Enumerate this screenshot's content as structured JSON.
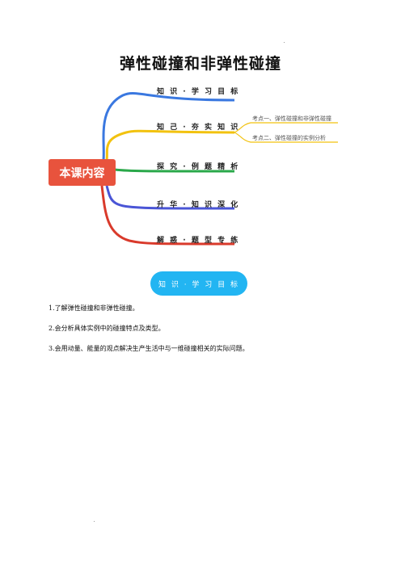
{
  "title": "弹性碰撞和非弹性碰撞",
  "mindmap": {
    "center": "本课内容",
    "branches": [
      {
        "label": "知 识 · 学 习 目 标",
        "color": "#3a78e0"
      },
      {
        "label": "知 己 · 夯 实 知 识",
        "color": "#f2c20f"
      },
      {
        "label": "探 究 · 例 题 精 析",
        "color": "#2aa84a"
      },
      {
        "label": "升 华 · 知 识 深 化",
        "color": "#4a55d6"
      },
      {
        "label": "解 惑 · 题 型 专 练",
        "color": "#d93a2b"
      }
    ],
    "subpoints": [
      "考点一、弹性碰撞和非弹性碰撞",
      "考点二、弹性碰撞的实例分析"
    ]
  },
  "section_pill": "知 识 · 学 习 目 标",
  "objectives": [
    "1.了解弹性碰撞和非弹性碰撞。",
    "2.会分析具体实例中的碰撞特点及类型。",
    "3.会用动量、能量的观点解决生产生活中与一维碰撞相关的实际问题。"
  ]
}
